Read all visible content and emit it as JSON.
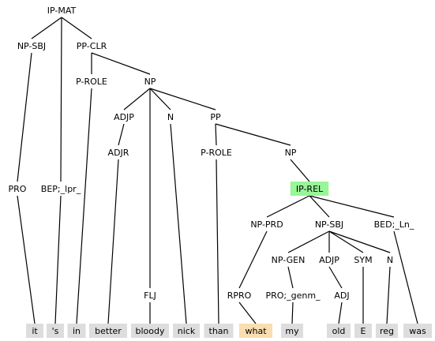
{
  "tree": {
    "nodes": [
      {
        "id": "ip-mat",
        "label": "IP-MAT"
      },
      {
        "id": "np-sbj",
        "label": "NP-SBJ"
      },
      {
        "id": "pp-clr",
        "label": "PP-CLR"
      },
      {
        "id": "p-role-1",
        "label": "P-ROLE"
      },
      {
        "id": "np-1",
        "label": "NP"
      },
      {
        "id": "adjp-1",
        "label": "ADJP"
      },
      {
        "id": "n-1",
        "label": "N"
      },
      {
        "id": "pp-1",
        "label": "PP"
      },
      {
        "id": "adjr",
        "label": "ADJR"
      },
      {
        "id": "p-role-2",
        "label": "P-ROLE"
      },
      {
        "id": "np-2",
        "label": "NP"
      },
      {
        "id": "pro",
        "label": "PRO"
      },
      {
        "id": "bep",
        "label": "BEP;_lpr_"
      },
      {
        "id": "ip-rel",
        "label": "IP-REL",
        "highlight": "#98f598"
      },
      {
        "id": "np-prd",
        "label": "NP-PRD"
      },
      {
        "id": "np-sbj-2",
        "label": "NP-SBJ"
      },
      {
        "id": "bed",
        "label": "BED;_Ln_"
      },
      {
        "id": "np-gen",
        "label": "NP-GEN"
      },
      {
        "id": "adjp-2",
        "label": "ADJP"
      },
      {
        "id": "sym",
        "label": "SYM"
      },
      {
        "id": "n-2",
        "label": "N"
      },
      {
        "id": "flj",
        "label": "FLJ"
      },
      {
        "id": "rpro",
        "label": "RPRO"
      },
      {
        "id": "pro-genm",
        "label": "PRO;_genm_"
      },
      {
        "id": "adj",
        "label": "ADJ"
      }
    ],
    "tokens": [
      {
        "id": "tok-it",
        "label": "it"
      },
      {
        "id": "tok-s",
        "label": "'s"
      },
      {
        "id": "tok-in",
        "label": "in"
      },
      {
        "id": "tok-better",
        "label": "better"
      },
      {
        "id": "tok-bloody",
        "label": "bloody"
      },
      {
        "id": "tok-nick",
        "label": "nick"
      },
      {
        "id": "tok-than",
        "label": "than"
      },
      {
        "id": "tok-what",
        "label": "what",
        "highlight": "#f9deb0"
      },
      {
        "id": "tok-my",
        "label": "my"
      },
      {
        "id": "tok-old",
        "label": "old"
      },
      {
        "id": "tok-e",
        "label": "E"
      },
      {
        "id": "tok-reg",
        "label": "reg"
      },
      {
        "id": "tok-was",
        "label": "was"
      }
    ],
    "token_bg": "#dddddd",
    "edges": [
      [
        "ip-mat",
        "np-sbj"
      ],
      [
        "ip-mat",
        "bep"
      ],
      [
        "ip-mat",
        "pp-clr"
      ],
      [
        "np-sbj",
        "pro"
      ],
      [
        "pro",
        "tok-it"
      ],
      [
        "bep",
        "tok-s"
      ],
      [
        "pp-clr",
        "p-role-1"
      ],
      [
        "pp-clr",
        "np-1"
      ],
      [
        "p-role-1",
        "tok-in"
      ],
      [
        "np-1",
        "adjp-1"
      ],
      [
        "np-1",
        "flj"
      ],
      [
        "np-1",
        "n-1"
      ],
      [
        "np-1",
        "pp-1"
      ],
      [
        "adjp-1",
        "adjr"
      ],
      [
        "adjr",
        "tok-better"
      ],
      [
        "flj",
        "tok-bloody"
      ],
      [
        "n-1",
        "tok-nick"
      ],
      [
        "pp-1",
        "p-role-2"
      ],
      [
        "pp-1",
        "np-2"
      ],
      [
        "p-role-2",
        "tok-than"
      ],
      [
        "np-2",
        "ip-rel"
      ],
      [
        "ip-rel",
        "np-prd"
      ],
      [
        "ip-rel",
        "np-sbj-2"
      ],
      [
        "ip-rel",
        "bed"
      ],
      [
        "np-prd",
        "rpro"
      ],
      [
        "rpro",
        "tok-what"
      ],
      [
        "bed",
        "tok-was"
      ],
      [
        "np-sbj-2",
        "np-gen"
      ],
      [
        "np-sbj-2",
        "adjp-2"
      ],
      [
        "np-sbj-2",
        "sym"
      ],
      [
        "np-sbj-2",
        "n-2"
      ],
      [
        "np-gen",
        "pro-genm"
      ],
      [
        "pro-genm",
        "tok-my"
      ],
      [
        "adjp-2",
        "adj"
      ],
      [
        "adj",
        "tok-old"
      ],
      [
        "sym",
        "tok-e"
      ],
      [
        "n-2",
        "tok-reg"
      ]
    ]
  }
}
